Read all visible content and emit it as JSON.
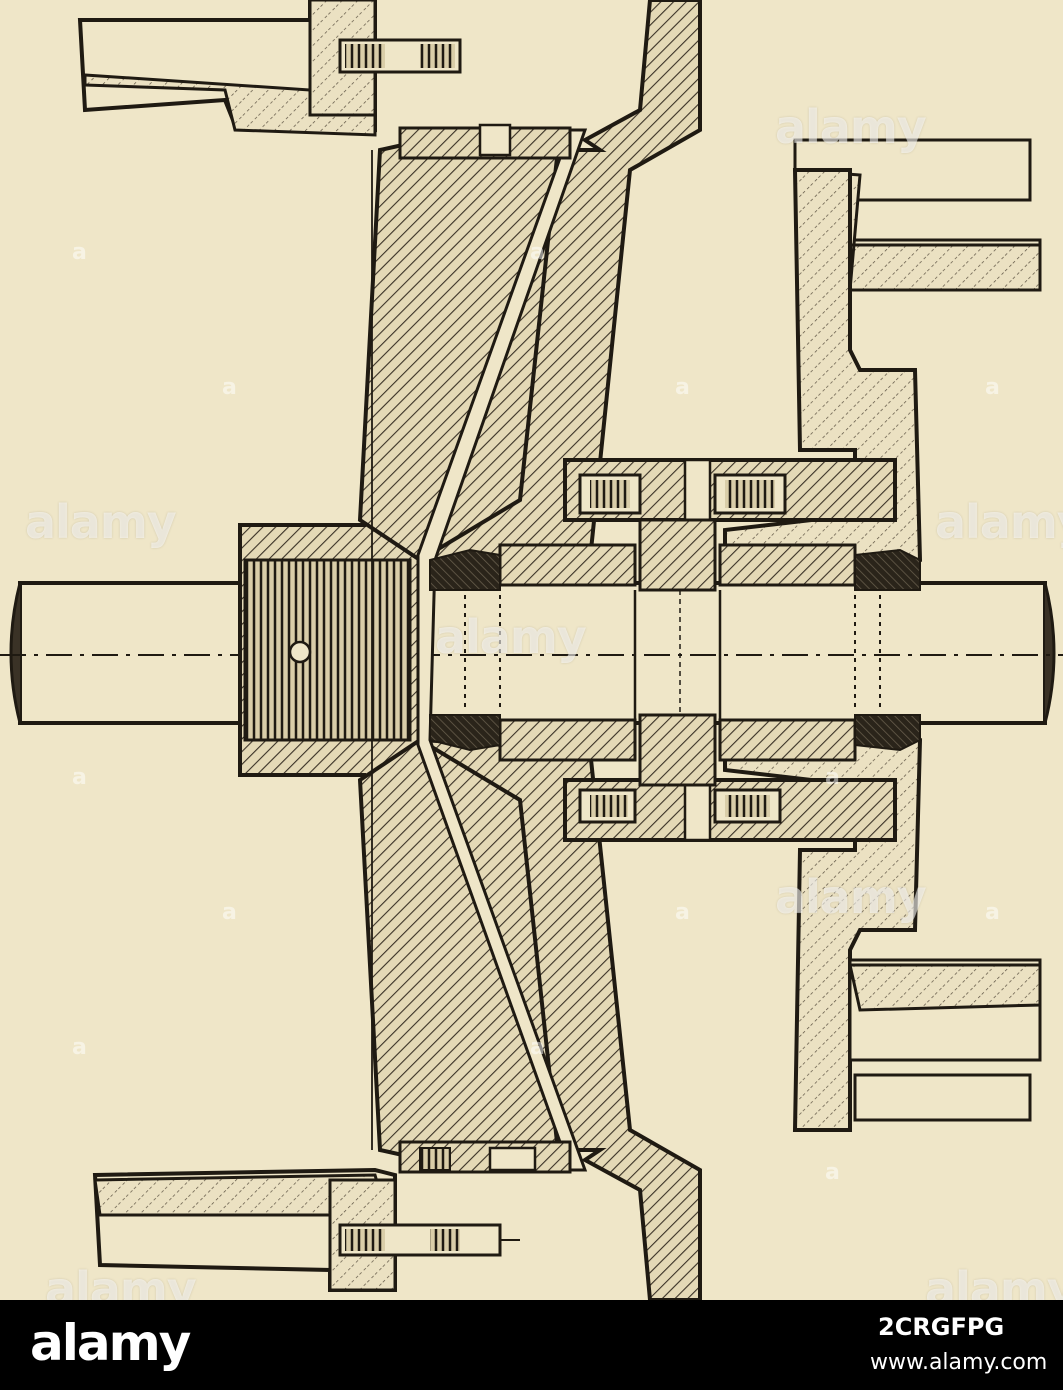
{
  "watermark": {
    "text": "alamy",
    "small_mark": "a"
  },
  "footer": {
    "logo": "alamy",
    "image_id": "2CRGFPG",
    "url": "www.alamy.com"
  },
  "colors": {
    "paper": "#efe6c8",
    "ink": "#1f1a12",
    "hatch": "#3a3226",
    "footer_bg": "#000000"
  }
}
